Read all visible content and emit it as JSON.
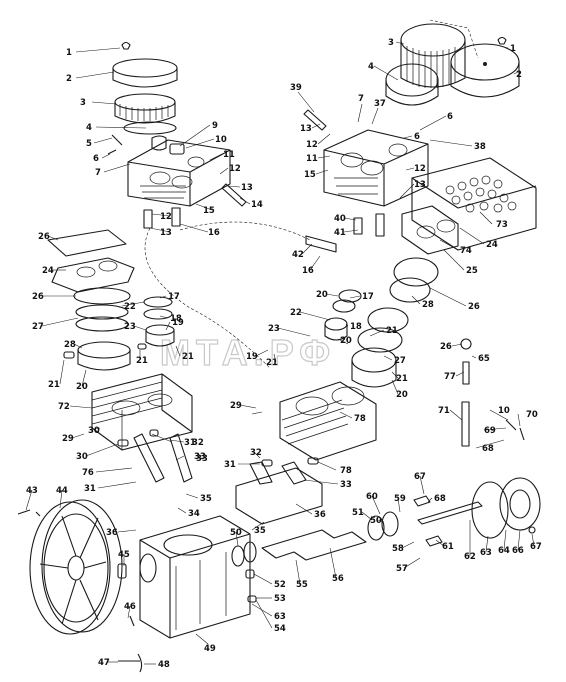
{
  "watermark": "МТА.РФ",
  "labels": [
    {
      "id": "l1a",
      "text": "1"
    },
    {
      "id": "l2a",
      "text": "2"
    },
    {
      "id": "l3a",
      "text": "3"
    },
    {
      "id": "l4a",
      "text": "4"
    },
    {
      "id": "l5a",
      "text": "5"
    },
    {
      "id": "l6a",
      "text": "6"
    },
    {
      "id": "l7a",
      "text": "7"
    },
    {
      "id": "l9a",
      "text": "9"
    },
    {
      "id": "l10a",
      "text": "10"
    },
    {
      "id": "l11a",
      "text": "11"
    },
    {
      "id": "l12a",
      "text": "12"
    },
    {
      "id": "l13a",
      "text": "13"
    },
    {
      "id": "l14a",
      "text": "14"
    },
    {
      "id": "l15a",
      "text": "15"
    },
    {
      "id": "l12b",
      "text": "12"
    },
    {
      "id": "l13b",
      "text": "13"
    },
    {
      "id": "l16a",
      "text": "16"
    },
    {
      "id": "l3b",
      "text": "3"
    },
    {
      "id": "l1b",
      "text": "1"
    },
    {
      "id": "l2b",
      "text": "2"
    },
    {
      "id": "l4b",
      "text": "4"
    },
    {
      "id": "l39",
      "text": "39"
    },
    {
      "id": "l7b",
      "text": "7"
    },
    {
      "id": "l37",
      "text": "37"
    },
    {
      "id": "l13c",
      "text": "13"
    },
    {
      "id": "l12c",
      "text": "12"
    },
    {
      "id": "l11b",
      "text": "11"
    },
    {
      "id": "l15b",
      "text": "15"
    },
    {
      "id": "l6b",
      "text": "6"
    },
    {
      "id": "l6c",
      "text": "6"
    },
    {
      "id": "l38",
      "text": "38"
    },
    {
      "id": "l12d",
      "text": "12"
    },
    {
      "id": "l13d",
      "text": "13"
    },
    {
      "id": "l40",
      "text": "40"
    },
    {
      "id": "l41",
      "text": "41"
    },
    {
      "id": "l42",
      "text": "42"
    },
    {
      "id": "l16b",
      "text": "16"
    },
    {
      "id": "l73",
      "text": "73"
    },
    {
      "id": "l24a",
      "text": "24"
    },
    {
      "id": "l74",
      "text": "74"
    },
    {
      "id": "l25",
      "text": "25"
    },
    {
      "id": "l26a",
      "text": "26"
    },
    {
      "id": "l24b",
      "text": "24"
    },
    {
      "id": "l26b",
      "text": "26"
    },
    {
      "id": "l26c",
      "text": "26"
    },
    {
      "id": "l27a",
      "text": "27"
    },
    {
      "id": "l22a",
      "text": "22"
    },
    {
      "id": "l17a",
      "text": "17"
    },
    {
      "id": "l18a",
      "text": "18"
    },
    {
      "id": "l23a",
      "text": "23"
    },
    {
      "id": "l19a",
      "text": "19"
    },
    {
      "id": "l28a",
      "text": "28"
    },
    {
      "id": "l21a",
      "text": "21"
    },
    {
      "id": "l20a",
      "text": "20"
    },
    {
      "id": "l21b",
      "text": "21"
    },
    {
      "id": "l21c",
      "text": "21"
    },
    {
      "id": "l20b",
      "text": "20"
    },
    {
      "id": "l17b",
      "text": "17"
    },
    {
      "id": "l22b",
      "text": "22"
    },
    {
      "id": "l18b",
      "text": "18"
    },
    {
      "id": "l23b",
      "text": "23"
    },
    {
      "id": "l19b",
      "text": "19"
    },
    {
      "id": "l21d",
      "text": "21"
    },
    {
      "id": "l20c",
      "text": "20"
    },
    {
      "id": "l21e",
      "text": "21"
    },
    {
      "id": "l27b",
      "text": "27"
    },
    {
      "id": "l21f",
      "text": "21"
    },
    {
      "id": "l20d",
      "text": "20"
    },
    {
      "id": "l28b",
      "text": "28"
    },
    {
      "id": "l26d",
      "text": "26"
    },
    {
      "id": "l65",
      "text": "65"
    },
    {
      "id": "l77",
      "text": "77"
    },
    {
      "id": "l71",
      "text": "71"
    },
    {
      "id": "l72",
      "text": "72"
    },
    {
      "id": "l29a",
      "text": "29"
    },
    {
      "id": "l30a",
      "text": "30"
    },
    {
      "id": "l78a",
      "text": "78"
    },
    {
      "id": "l29b",
      "text": "29"
    },
    {
      "id": "l30b",
      "text": "30"
    },
    {
      "id": "l31a",
      "text": "31"
    },
    {
      "id": "l32a",
      "text": "32"
    },
    {
      "id": "l76",
      "text": "76"
    },
    {
      "id": "l33a",
      "text": "33"
    },
    {
      "id": "l31b",
      "text": "31"
    },
    {
      "id": "l33b",
      "text": "33"
    },
    {
      "id": "l10b",
      "text": "10"
    },
    {
      "id": "l70",
      "text": "70"
    },
    {
      "id": "l69",
      "text": "69"
    },
    {
      "id": "l68a",
      "text": "68"
    },
    {
      "id": "l32b",
      "text": "32"
    },
    {
      "id": "l31c",
      "text": "31"
    },
    {
      "id": "l78b",
      "text": "78"
    },
    {
      "id": "l33c",
      "text": "33"
    },
    {
      "id": "l43",
      "text": "43"
    },
    {
      "id": "l44",
      "text": "44"
    },
    {
      "id": "l35a",
      "text": "35"
    },
    {
      "id": "l34",
      "text": "34"
    },
    {
      "id": "l36a",
      "text": "36"
    },
    {
      "id": "l36b",
      "text": "36"
    },
    {
      "id": "l35b",
      "text": "35"
    },
    {
      "id": "l67a",
      "text": "67"
    },
    {
      "id": "l68b",
      "text": "68"
    },
    {
      "id": "l60",
      "text": "60"
    },
    {
      "id": "l59",
      "text": "59"
    },
    {
      "id": "l51",
      "text": "51"
    },
    {
      "id": "l50a",
      "text": "50"
    },
    {
      "id": "l58",
      "text": "58"
    },
    {
      "id": "l61",
      "text": "61"
    },
    {
      "id": "l62",
      "text": "62"
    },
    {
      "id": "l63a",
      "text": "63"
    },
    {
      "id": "l64",
      "text": "64"
    },
    {
      "id": "l66",
      "text": "66"
    },
    {
      "id": "l67b",
      "text": "67"
    },
    {
      "id": "l57",
      "text": "57"
    },
    {
      "id": "l45",
      "text": "45"
    },
    {
      "id": "l50b",
      "text": "50"
    },
    {
      "id": "l52",
      "text": "52"
    },
    {
      "id": "l53",
      "text": "53"
    },
    {
      "id": "l55",
      "text": "55"
    },
    {
      "id": "l56",
      "text": "56"
    },
    {
      "id": "l63b",
      "text": "63"
    },
    {
      "id": "l54",
      "text": "54"
    },
    {
      "id": "l46",
      "text": "46"
    },
    {
      "id": "l49",
      "text": "49"
    },
    {
      "id": "l47",
      "text": "47"
    },
    {
      "id": "l48",
      "text": "48"
    }
  ]
}
